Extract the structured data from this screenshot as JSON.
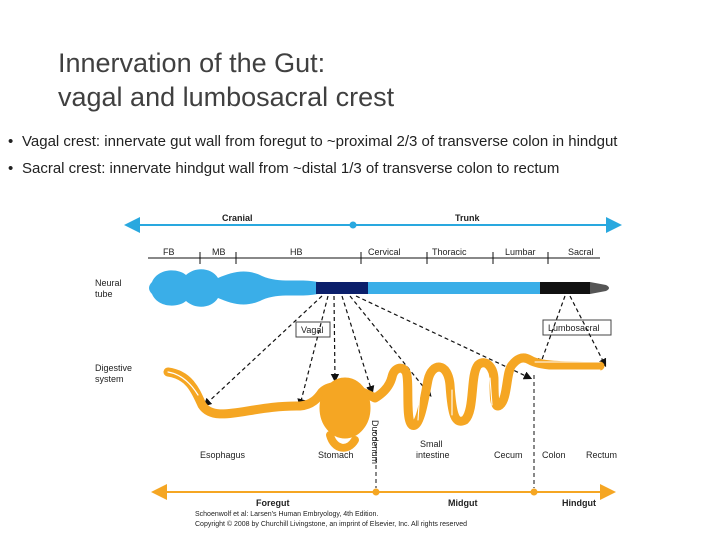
{
  "slide": {
    "title_line1": "Innervation of the Gut:",
    "title_line2": "vagal and lumbosacral crest",
    "bullets": [
      "Vagal crest: innervate gut wall from foregut to ~proximal 2/3 of transverse colon in hindgut",
      "Sacral crest: innervate hindgut wall from ~distal 1/3 of transverse colon to rectum"
    ]
  },
  "diagram": {
    "axis_top": {
      "cranial": "Cranial",
      "trunk": "Trunk"
    },
    "segments": [
      "FB",
      "MB",
      "HB",
      "Cervical",
      "Thoracic",
      "Lumbar",
      "Sacral"
    ],
    "left_labels": {
      "neural_tube": [
        "Neural",
        "tube"
      ],
      "digestive": [
        "Digestive",
        "system"
      ]
    },
    "boxes": {
      "vagal": "Vagal",
      "lumbosacral": "Lumbosacral"
    },
    "organs": {
      "esophagus": "Esophagus",
      "stomach": "Stomach",
      "duodenum": "Duodenum",
      "small_intestine": [
        "Small",
        "intestine"
      ],
      "cecum": "Cecum",
      "colon": "Colon",
      "rectum": "Rectum"
    },
    "gut_regions": {
      "foregut": "Foregut",
      "midgut": "Midgut",
      "hindgut": "Hindgut"
    },
    "caption": [
      "Schoenwolf et al: Larsen's Human Embryology, 4th Edition.",
      "Copyright © 2008 by Churchill Livingstone, an imprint of Elsevier, Inc. All rights reserved"
    ],
    "colors": {
      "blue_axis": "#29a8df",
      "orange_gut": "#f5a623",
      "neural_tube": "#3aaee8",
      "dark_blue": "#0b1f6b"
    }
  }
}
